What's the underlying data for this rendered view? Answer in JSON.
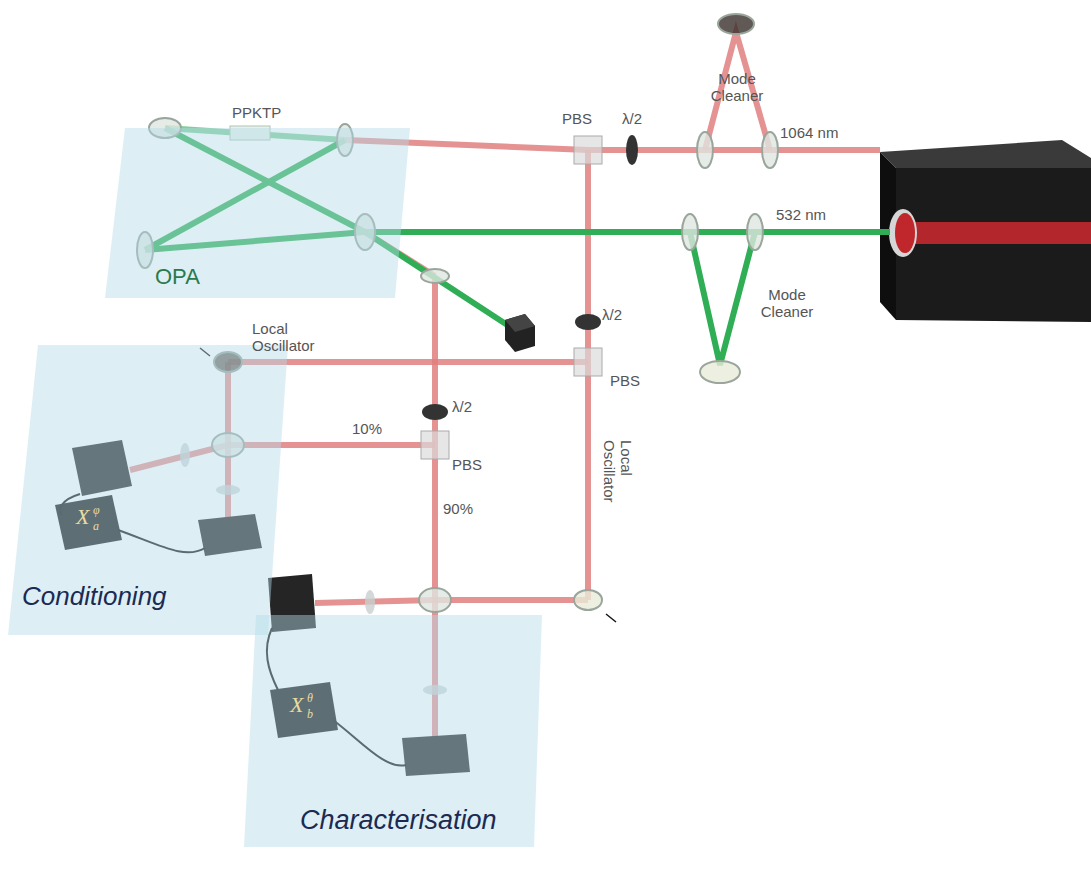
{
  "diagram": {
    "nodes": [
      {
        "text": [
          "OPA"
        ]
      },
      {
        "text": [
          "Conditioning"
        ]
      },
      {
        "text": [
          "Characterisation"
        ]
      }
    ],
    "labels": [
      "PPKTP",
      "PBS",
      "λ/2",
      "1064 nm",
      "Mode Cleaner",
      "532 nm",
      "Mode Cleaner",
      "Local Oscillator",
      "λ/2",
      "PBS",
      "λ/2",
      "PBS",
      "10%",
      "90%",
      "Local Oscillator",
      "X",
      "a",
      "φ",
      "X",
      "b",
      "θ"
    ]
  }
}
